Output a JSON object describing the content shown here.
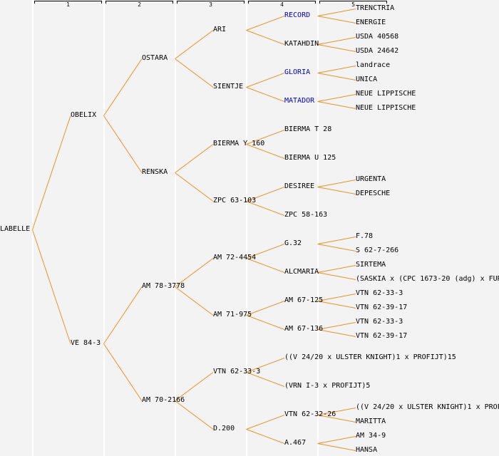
{
  "colors": {
    "background": "#f3f3f3",
    "divider": "#ffffff",
    "line": "#f0901e",
    "text": "#000000",
    "link_text": "#0000cc"
  },
  "generations": [
    {
      "label": "1"
    },
    {
      "label": "2"
    },
    {
      "label": "3"
    },
    {
      "label": "4"
    },
    {
      "label": "5"
    }
  ],
  "pedigree": {
    "name": "LABELLE",
    "link": false,
    "parents": [
      {
        "name": "OBELIX",
        "link": false,
        "parents": [
          {
            "name": "OSTARA",
            "link": false,
            "parents": [
              {
                "name": "ARI",
                "link": false,
                "parents": [
                  {
                    "name": "RECORD",
                    "link": true,
                    "parents": [
                      {
                        "name": "TRENCTRIA",
                        "link": false
                      },
                      {
                        "name": "ENERGIE",
                        "link": false
                      }
                    ]
                  },
                  {
                    "name": "KATAHDIN",
                    "link": false,
                    "parents": [
                      {
                        "name": "USDA 40568",
                        "link": false
                      },
                      {
                        "name": "USDA 24642",
                        "link": false
                      }
                    ]
                  }
                ]
              },
              {
                "name": "SIENTJE",
                "link": false,
                "parents": [
                  {
                    "name": "GLORIA",
                    "link": true,
                    "parents": [
                      {
                        "name": "landrace",
                        "link": false
                      },
                      {
                        "name": "UNICA",
                        "link": false
                      }
                    ]
                  },
                  {
                    "name": "MATADOR",
                    "link": true,
                    "parents": [
                      {
                        "name": "NEUE LIPPISCHE",
                        "link": false
                      },
                      {
                        "name": "NEUE LIPPISCHE",
                        "link": false
                      }
                    ]
                  }
                ]
              }
            ]
          },
          {
            "name": "RENSKA",
            "link": false,
            "parents": [
              {
                "name": "BIERMA Y 160",
                "link": false,
                "parents": [
                  {
                    "name": "BIERMA T 28",
                    "link": false
                  },
                  {
                    "name": "BIERMA U 125",
                    "link": false
                  }
                ]
              },
              {
                "name": "ZPC 63-103",
                "link": false,
                "parents": [
                  {
                    "name": "DESIREE",
                    "link": false,
                    "parents": [
                      {
                        "name": "URGENTA",
                        "link": false
                      },
                      {
                        "name": "DEPESCHE",
                        "link": false
                      }
                    ]
                  },
                  {
                    "name": "ZPC 58-163",
                    "link": false
                  }
                ]
              }
            ]
          }
        ]
      },
      {
        "name": "VE 84-3",
        "link": false,
        "parents": [
          {
            "name": "AM 78-3778",
            "link": false,
            "parents": [
              {
                "name": "AM 72-4454",
                "link": false,
                "parents": [
                  {
                    "name": "G.32",
                    "link": false,
                    "parents": [
                      {
                        "name": "F.78",
                        "link": false
                      },
                      {
                        "name": "S 62-7-266",
                        "link": false
                      }
                    ]
                  },
                  {
                    "name": "ALCMARIA",
                    "link": false,
                    "parents": [
                      {
                        "name": "SIRTEMA",
                        "link": false
                      },
                      {
                        "name": "(SASKIA x (CPC 1673-20 (adg) x FUR",
                        "link": false
                      }
                    ]
                  }
                ]
              },
              {
                "name": "AM 71-975",
                "link": false,
                "parents": [
                  {
                    "name": "AM 67-125",
                    "link": false,
                    "parents": [
                      {
                        "name": "VTN 62-33-3",
                        "link": false
                      },
                      {
                        "name": "VTN 62-39-17",
                        "link": false
                      }
                    ]
                  },
                  {
                    "name": "AM 67-136",
                    "link": false,
                    "parents": [
                      {
                        "name": "VTN 62-33-3",
                        "link": false
                      },
                      {
                        "name": "VTN 62-39-17",
                        "link": false
                      }
                    ]
                  }
                ]
              }
            ]
          },
          {
            "name": "AM 70-2166",
            "link": false,
            "parents": [
              {
                "name": "VTN 62-33-3",
                "link": false,
                "parents": [
                  {
                    "name": "((V 24/20 x ULSTER KNIGHT)1 x PROFIJT)15",
                    "link": false
                  },
                  {
                    "name": "(VRN I-3 x PROFIJT)5",
                    "link": false
                  }
                ]
              },
              {
                "name": "D.200",
                "link": false,
                "parents": [
                  {
                    "name": "VTN 62-32-26",
                    "link": false,
                    "parents": [
                      {
                        "name": "((V 24/20 x ULSTER KNIGHT)1 x PROF",
                        "link": false
                      },
                      {
                        "name": "MARITTA",
                        "link": false
                      }
                    ]
                  },
                  {
                    "name": "A.467",
                    "link": false,
                    "parents": [
                      {
                        "name": "AM 34-9",
                        "link": false
                      },
                      {
                        "name": "HANSA",
                        "link": false
                      }
                    ]
                  }
                ]
              }
            ]
          }
        ]
      }
    ]
  }
}
